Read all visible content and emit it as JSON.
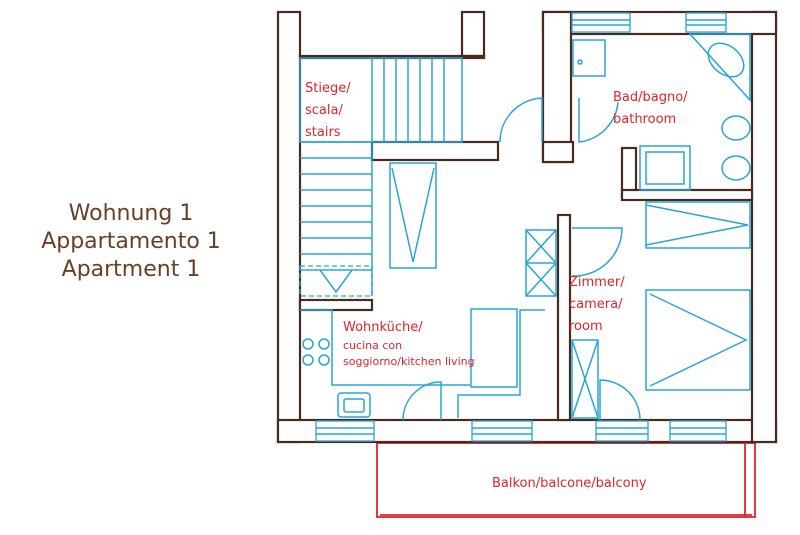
{
  "apartment_title": {
    "line1": "Wohnung 1",
    "line2": "Appartamento 1",
    "line3": "Apartment 1"
  },
  "rooms": {
    "stairs": [
      "Stiege/",
      "scala/",
      "stairs"
    ],
    "bathroom": [
      "Bad/bagno/",
      "bathroom"
    ],
    "bedroom": [
      "Zimmer/",
      "camera/",
      "room"
    ],
    "living": [
      "Wohnküche/",
      "cucina con",
      "soggiorno/kitchen living"
    ],
    "balcony": "Balkon/balcone/balcony"
  },
  "colors": {
    "walls": "#4a2a1c",
    "fixtures": "#27a5d9",
    "labels": "#e0232b",
    "title": "#6b3e26"
  }
}
